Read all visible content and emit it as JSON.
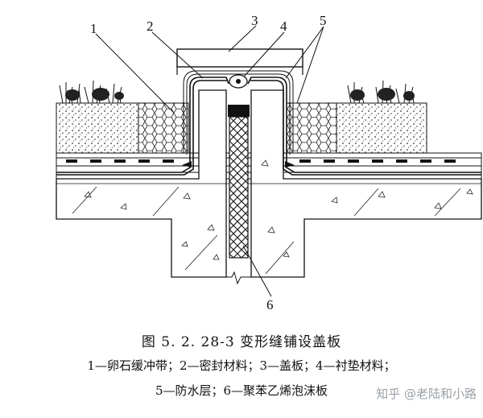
{
  "figure": {
    "callouts": [
      "1",
      "2",
      "3",
      "4",
      "5",
      "6"
    ]
  },
  "caption": {
    "title": "图 5. 2. 28-3   变形缝铺设盖板",
    "line1": "1—卵石缓冲带；2—密封材料；3—盖板；4—衬垫材料；",
    "line2": "5—防水层；6—聚苯乙烯泡沫板"
  },
  "watermark": "知乎 @老陆和小路"
}
